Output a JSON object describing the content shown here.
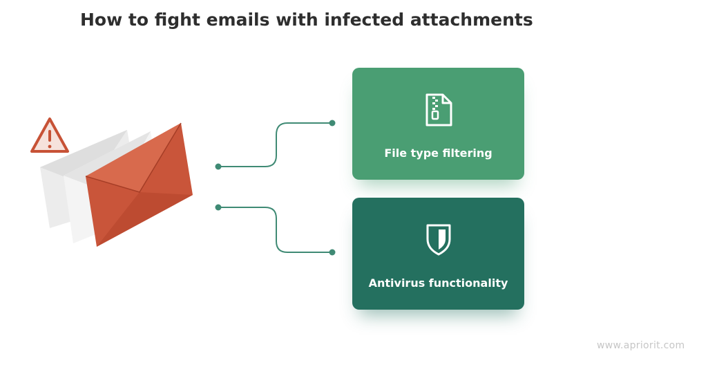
{
  "title": "How to fight emails with infected attachments",
  "cards": [
    {
      "label": "File type filtering",
      "icon": "zip-file-icon",
      "color": "#4a9e73"
    },
    {
      "label": "Antivirus functionality",
      "icon": "shield-icon",
      "color": "#24705f"
    }
  ],
  "watermark": "www.apriorit.com",
  "colors": {
    "title": "#2e2e2e",
    "connector": "#3f8a74",
    "envelope": "#c75236",
    "warning": "#c75236"
  }
}
